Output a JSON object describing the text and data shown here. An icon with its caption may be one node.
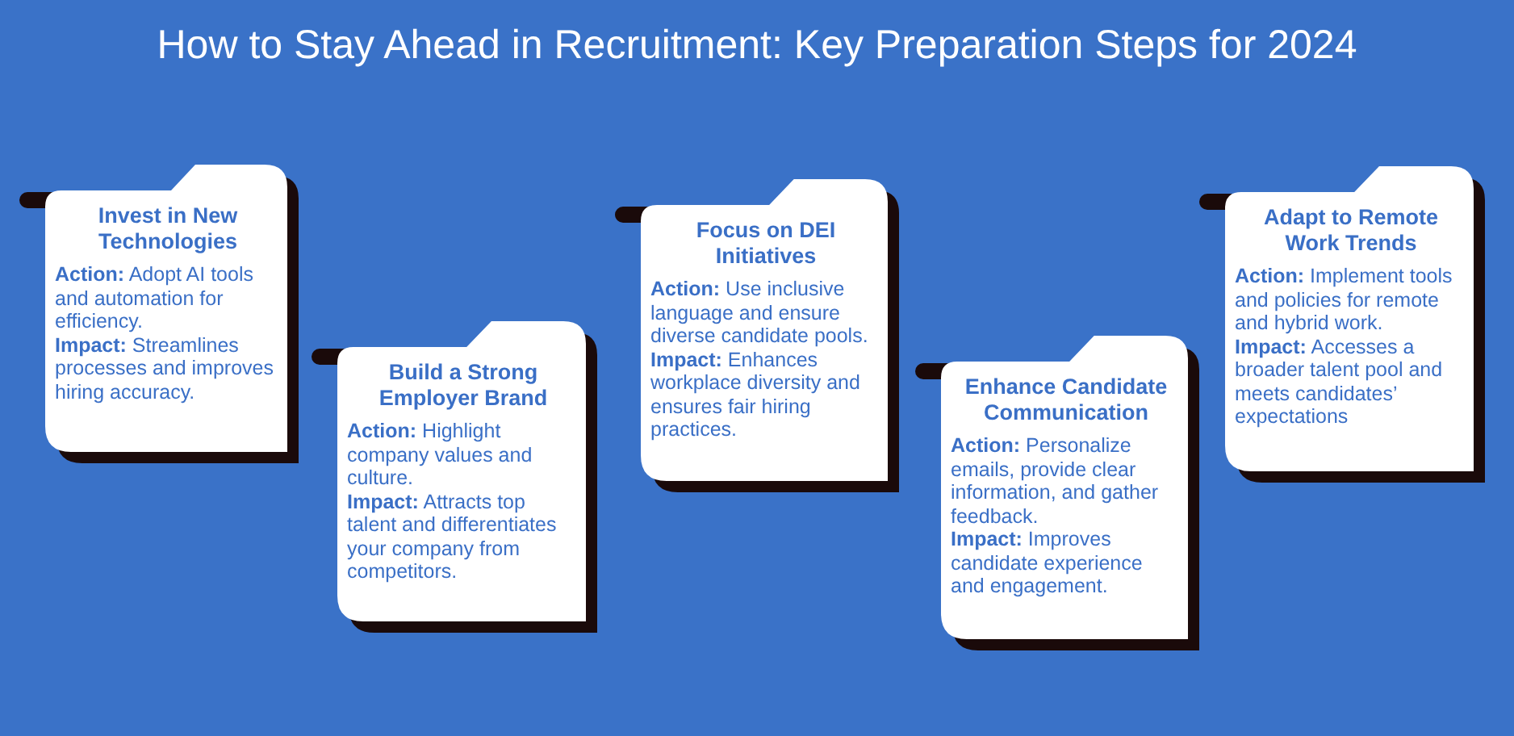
{
  "diagram": {
    "title": "How to Stay Ahead in Recruitment: Key Preparation Steps for 2024",
    "nodes": [
      {
        "text": [
          "Invest in New Technologies",
          "**Action:** Adopt AI tools and automation for efficiency.",
          "**Impact:** Streamlines processes and improves hiring accuracy."
        ]
      },
      {
        "text": [
          "Build a Strong Employer Brand",
          "**Action:** Highlight company values and culture.",
          "**Impact:** Attracts top talent and differentiates your company from competitors."
        ]
      },
      {
        "text": [
          "Focus on DEI Initiatives",
          "**Action:** Use inclusive language and ensure diverse candidate pools.",
          "**Impact:** Enhances workplace diversity and ensures fair hiring practices."
        ]
      },
      {
        "text": [
          "Enhance Candidate Communication",
          "**Action:** Personalize emails, provide clear information, and gather feedback.",
          "**Impact:** Improves candidate experience and engagement."
        ]
      },
      {
        "text": [
          "Adapt to Remote Work Trends",
          "**Action:** Implement tools and policies for remote and hybrid work.",
          "**Impact:** Accesses a broader talent pool and meets candidates’ expectations"
        ]
      }
    ]
  }
}
